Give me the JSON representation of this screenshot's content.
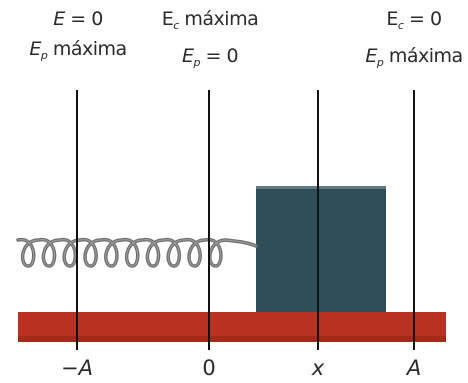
{
  "labels": {
    "left": {
      "line1_sym": "E",
      "line1_val": "= 0",
      "line2_sym": "E",
      "line2_sub": "p",
      "line2_val": "máxima"
    },
    "center": {
      "line1_sym": "E",
      "line1_sub": "c",
      "line1_val": "máxima",
      "line2_sym": "E",
      "line2_sub": "p",
      "line2_val": "= 0"
    },
    "right": {
      "line1_sym": "E",
      "line1_sub": "c",
      "line1_val": "= 0",
      "line2_sym": "E",
      "line2_sub": "p",
      "line2_val": "máxima"
    }
  },
  "axis": {
    "neg_amp": "−A",
    "zero": "0",
    "x": "x",
    "pos_amp": "A"
  },
  "colors": {
    "floor": "#b8321f",
    "block": "#2f4f58",
    "spring": "#6d6d6d",
    "line": "#111111"
  }
}
